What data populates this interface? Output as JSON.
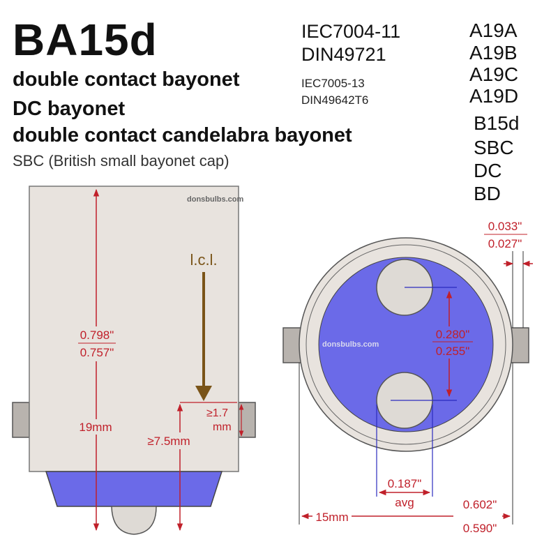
{
  "header": {
    "title": "BA15d",
    "subtitles": [
      "double contact bayonet",
      "DC bayonet",
      "double contact candelabra bayonet",
      "SBC (British small bayonet cap)"
    ]
  },
  "standards": [
    "IEC7004-11",
    "DIN49721",
    "IEC7005-13",
    "DIN49642T6"
  ],
  "aliases": [
    "A19A",
    "A19B",
    "A19C",
    "A19D",
    "B15d",
    "SBC",
    "DC",
    "BD"
  ],
  "watermark": "donsbulbs.com",
  "side_view": {
    "lcl_label": "l.c.l.",
    "height_in_max": "0.798\"",
    "height_in_min": "0.757\"",
    "height_mm": "19mm",
    "pin_offset": "≥7.5mm",
    "pin_height_top": "≥1.7",
    "pin_height_bottom": "mm"
  },
  "bottom_view": {
    "contact_spacing_max": "0.280\"",
    "contact_spacing_min": "0.255\"",
    "contact_width": "0.187\"",
    "contact_width_note": "avg",
    "rim_max": "0.033\"",
    "rim_min": "0.027\"",
    "diameter_mm": "15mm",
    "diameter_in_max": "0.602\"",
    "diameter_in_min": "0.590\""
  },
  "colors": {
    "base_fill": "#e8e3de",
    "insulator": "#6b6ae8",
    "dimension": "#c0202a",
    "arrow": "#7a5418"
  }
}
